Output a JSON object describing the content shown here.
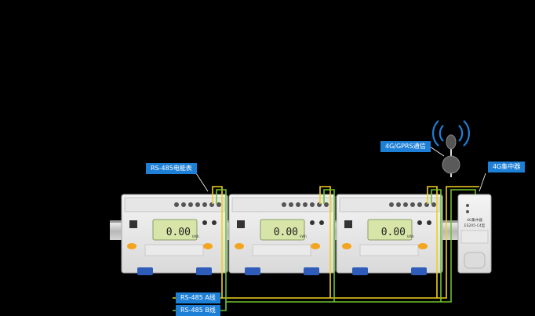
{
  "labels": {
    "meter": "RS-485电能表",
    "gprs": "4G/GPRS通信",
    "concentrator": "4G集中器",
    "rs485_a": "RS-485 A线",
    "rs485_b": "RS-485 B线"
  },
  "meter": {
    "lcd_reading": "0.00",
    "lcd_unit": "kWh"
  },
  "concentrator": {
    "title": "4G集中器",
    "model": "ES205-C4型"
  },
  "colors": {
    "background": "#000000",
    "label_bg": "#1e7fd6",
    "wire_a": "#f0d020",
    "wire_b": "#6ec22e",
    "lcd": "#d7e6a8",
    "button_orange": "#f4a520",
    "terminal_blue": "#2e5cb8"
  }
}
